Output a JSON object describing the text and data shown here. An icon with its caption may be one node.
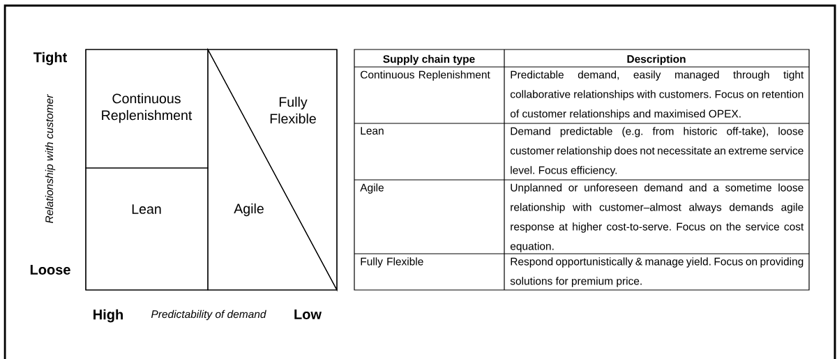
{
  "diagram": {
    "nodes": [
      {
        "text": [],
        "shape": "box"
      },
      {
        "text": [
          "Continuous Replenishment"
        ],
        "in": 0
      },
      {
        "text": [
          "Fully Flexible"
        ],
        "in": 0
      },
      {
        "text": [
          "Lean"
        ],
        "in": 0
      },
      {
        "text": [
          "Agile"
        ],
        "in": 0
      }
    ],
    "labels": [
      "Tight",
      "Relationship with customer",
      "Loose",
      "High",
      "Predictability of demand",
      "Low",
      "Supply chain type",
      "Description",
      "Continuous Replenishment",
      "Predictable demand, easily managed through tight collaborative relationships with customers. Focus on retention of customer relationships and maximised OPEX.",
      "Lean",
      "Demand predictable (e.g. from historic off-take), loose customer relationship does not necessitate an extreme service level. Focus efficiency.",
      "Agile",
      "Unplanned or unforeseen demand and a sometime loose relationship with customer–almost always demands agile response at higher cost-to-serve. Focus on the service cost equation.",
      "Fully Flexible",
      "Respond opportunistically & manage yield. Focus on providing solutions for premium price."
    ]
  }
}
